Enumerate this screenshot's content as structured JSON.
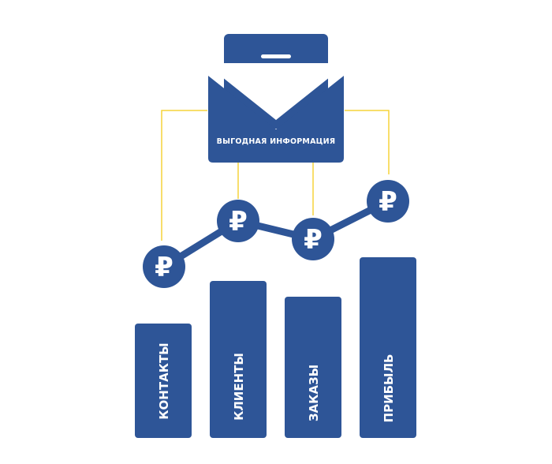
{
  "envelope": {
    "label": "ВЫГОДНАЯ ИНФОРМАЦИЯ",
    "icon": "envelope-icon"
  },
  "coins": [
    {
      "symbol": "₽"
    },
    {
      "symbol": "₽"
    },
    {
      "symbol": "₽"
    },
    {
      "symbol": "₽"
    }
  ],
  "bars": [
    {
      "label": "КОНТАКТЫ"
    },
    {
      "label": "КЛИЕНТЫ"
    },
    {
      "label": "ЗАКАЗЫ"
    },
    {
      "label": "ПРИБЫЛЬ"
    }
  ],
  "colors": {
    "primary": "#2e5597",
    "connector": "#f5d33a",
    "text_light": "#ffffff"
  }
}
